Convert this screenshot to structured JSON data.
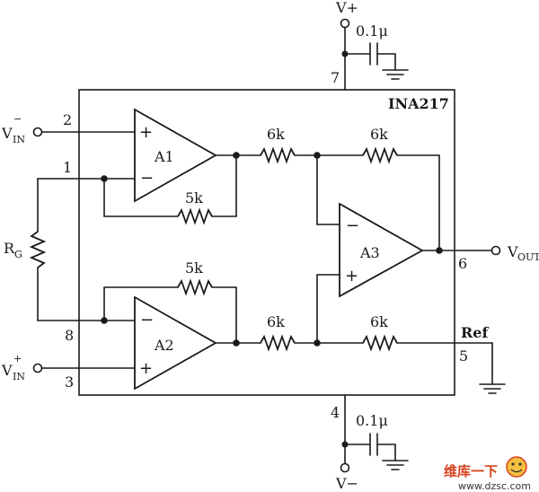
{
  "chip": {
    "name": "INA217"
  },
  "pins": {
    "p1": "1",
    "p2": "2",
    "p3": "3",
    "p4": "4",
    "p5": "5",
    "p6": "6",
    "p7": "7",
    "p8": "8"
  },
  "amplifiers": {
    "a1": "A1",
    "a2": "A2",
    "a3": "A3"
  },
  "resistors": {
    "r_a1_out": "6k",
    "r_a1_fb": "5k",
    "r_a2_fb": "5k",
    "r_a2_out": "6k",
    "r_a3_fb": "6k",
    "r_a3_ref": "6k"
  },
  "external": {
    "rg_main": "R",
    "rg_sub": "G",
    "vin_neg_main": "V",
    "vin_neg_sub": "IN",
    "vin_neg_sup": "−",
    "vin_pos_main": "V",
    "vin_pos_sub": "IN",
    "vin_pos_sup": "+",
    "vout_main": "V",
    "vout_sub": "OUT",
    "vplus_label": "V+",
    "vminus_label": "V−",
    "cap_top": "0.1μ",
    "cap_bottom": "0.1μ",
    "ref_label": "Ref"
  },
  "signs": {
    "plus": "+",
    "minus": "−"
  },
  "watermark": {
    "brand": "维库一下",
    "url": "www.dzsc.com"
  }
}
